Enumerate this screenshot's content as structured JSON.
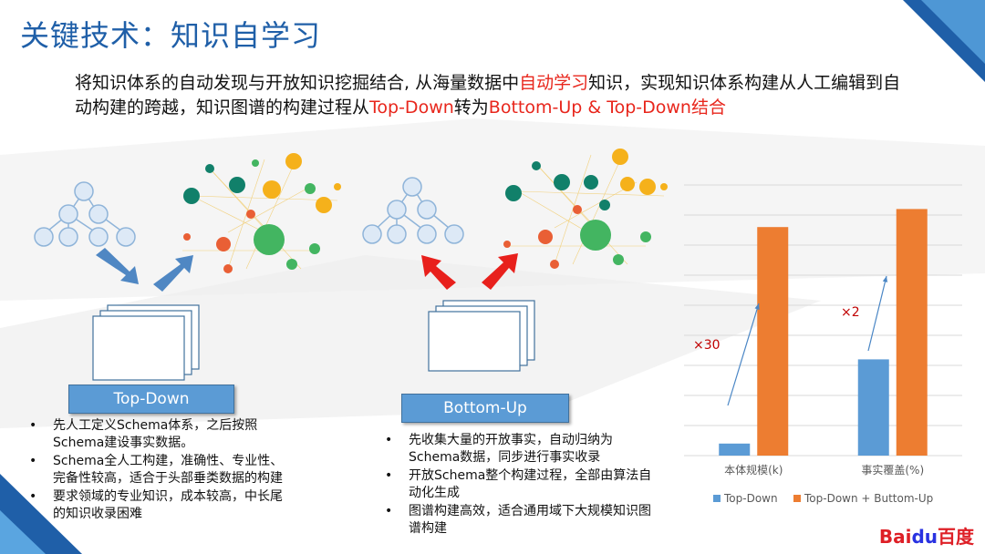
{
  "title": "关键技术：知识自学习",
  "intro": {
    "part1": "将知识体系的自动发现与开放知识挖掘结合, 从海量数据中",
    "highlight1": "自动学习",
    "part2": "知识，实现知识体系构建从人工编辑到自动构建的跨越，知识图谱的构建过程从",
    "highlight2": "Top-Down",
    "part3": "转为",
    "highlight3": "Bottom-Up & Top-Down结合"
  },
  "left_label": "Top-Down",
  "right_label": "Bottom-Up",
  "left_bullets": [
    "先人工定义Schema体系，之后按照Schema建设事实数据。",
    "Schema全人工构建，准确性、专业性、完备性较高，适合于头部垂类数据的构建",
    "要求领域的专业知识，成本较高，中长尾的知识收录困难"
  ],
  "right_bullets": [
    "先收集大量的开放事实，自动归纳为Schema数据，同步进行事实收录",
    "开放Schema整个构建过程，全部由算法自动化生成",
    "图谱构建高效，适合通用域下大规模知识图谱构建"
  ],
  "colors": {
    "blue": "#5b9bd5",
    "orange": "#ed7d31",
    "title": "#1f5fa8",
    "highlight": "#e8261c"
  },
  "chart_data": {
    "type": "bar",
    "categories": [
      "本体规模(k)",
      "事实覆盖(%)"
    ],
    "series": [
      {
        "name": "Top-Down",
        "values": [
          4,
          32
        ],
        "color": "#5b9bd5"
      },
      {
        "name": "Top-Down + Buttom-Up",
        "values": [
          76,
          82
        ],
        "color": "#ed7d31"
      }
    ],
    "ylim": [
      0,
      90
    ],
    "grid": true,
    "legend": "bottom",
    "annotations": [
      "×30",
      "×2"
    ]
  },
  "logo": {
    "text1": "Bai",
    "text2": "du",
    "text3": "百度"
  }
}
